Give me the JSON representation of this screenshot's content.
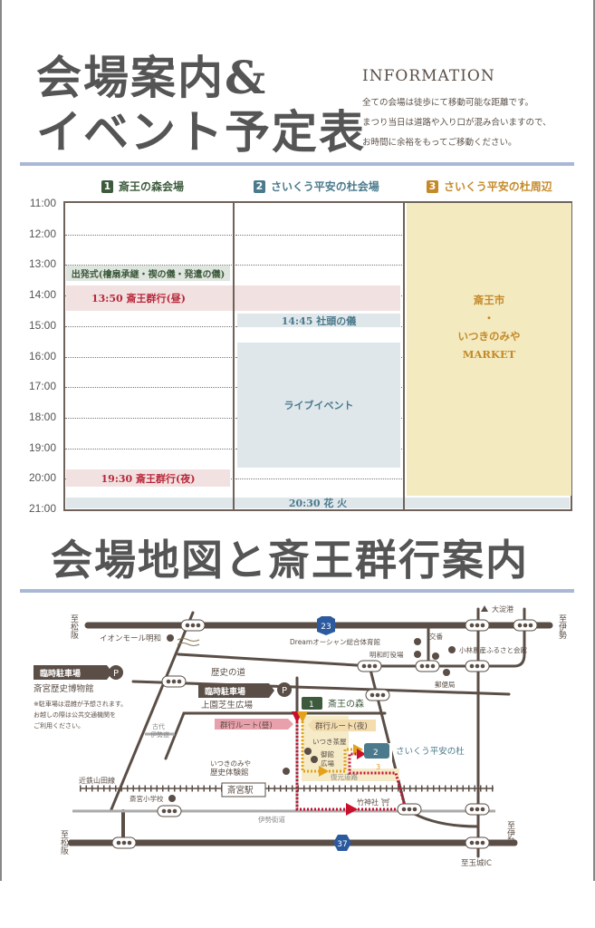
{
  "header": {
    "title_line1": "会場案内&",
    "title_line2": "イベント予定表",
    "info_heading": "INFORMATION",
    "info_lines": [
      "全ての会場は徒歩にて移動可能な距離です。",
      "まつり当日は道路や入り口が混み合いますので、",
      "お時間に余裕をもってご移動ください。"
    ]
  },
  "schedule": {
    "venues": [
      {
        "num": "1",
        "name": "斎王の森会場",
        "color": "#3d5a3c"
      },
      {
        "num": "2",
        "name": "さいくう平安の杜会場",
        "color": "#4a7a8c"
      },
      {
        "num": "3",
        "name": "さいくう平安の杜周辺",
        "color": "#c48a2a"
      }
    ],
    "hours": [
      "11:00",
      "12:00",
      "13:00",
      "14:00",
      "15:00",
      "16:00",
      "17:00",
      "18:00",
      "19:00",
      "20:00",
      "21:00"
    ],
    "events": {
      "departure": "出発式(檜扇承継・禊の儀・発遣の儀)",
      "procession_day": "13:50 斎王群行(昼)",
      "shato": "14:45 社頭の儀",
      "live": "ライブイベント",
      "procession_night": "19:30 斎王群行(夜)",
      "fireworks": "20:30 花 火",
      "market_l1": "斎王市",
      "market_l2": "・",
      "market_l3": "いつきのみや",
      "market_l4": "MARKET"
    }
  },
  "map_section": {
    "title": "会場地図と斎王群行案内"
  },
  "map": {
    "to_matsusaka": "至松阪",
    "to_ise": "至伊勢",
    "to_tamaki": "至玉城IC",
    "oyodo": "大淀港",
    "route23": "23",
    "route37": "37",
    "aeon": "イオンモール明和",
    "parking": "臨時駐車場",
    "p": "P",
    "museum": "斎宮歴史博物館",
    "note": [
      "※駐車場は混雑が予想されます。",
      "お越しの際は公共交通機関を",
      "ご利用ください。"
    ],
    "rekishi_road": "歴史の道",
    "kamizono": "上園芝生広場",
    "kodai_ise": [
      "古代",
      "伊勢道"
    ],
    "venue1_num": "1",
    "venue1": "斎王の森",
    "venue2_num": "2",
    "venue2": "さいくう平安の杜",
    "venue3_num": "3",
    "route_day": "群行ルート(昼)",
    "route_night": "群行ルート(夜)",
    "itsuki_chaya": "いつき茶屋",
    "yakata": [
      "御館",
      "広場"
    ],
    "taikenkan": [
      "いつきのみや",
      "歴史体験館"
    ],
    "fukugen": "復元道路",
    "kintetsu": "近鉄山田線",
    "station": "斎宮駅",
    "school": "斎宮小学校",
    "takejinja": "竹神社 ⛩",
    "ise_kaido": "伊勢街道",
    "dream": "Dreamオーシャン総合体育館",
    "town_office": "明和町役場",
    "koban": "交番",
    "kobayashi": "小林農産ふるさと会館",
    "post": "郵便局"
  }
}
